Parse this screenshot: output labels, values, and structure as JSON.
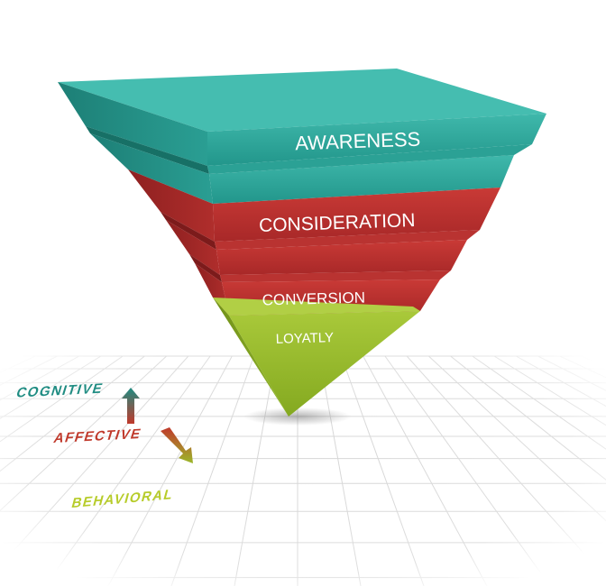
{
  "funnel": {
    "stages": [
      {
        "label": "AWARENESS"
      },
      {
        "label": "CONSIDERATION"
      },
      {
        "label": "CONVERSION"
      },
      {
        "label": "LOYATLY"
      }
    ]
  },
  "scale": {
    "top_label": "COGNITIVE",
    "middle_label": "AFFECTIVE",
    "bottom_label": "BEHAVIORAL"
  },
  "colors": {
    "teal": "#2fa59a",
    "red": "#b82f2f",
    "green": "#9cc02f",
    "cognitive": "#1f8c82",
    "affective": "#c0392b",
    "behavioral": "#b7cc2a"
  }
}
